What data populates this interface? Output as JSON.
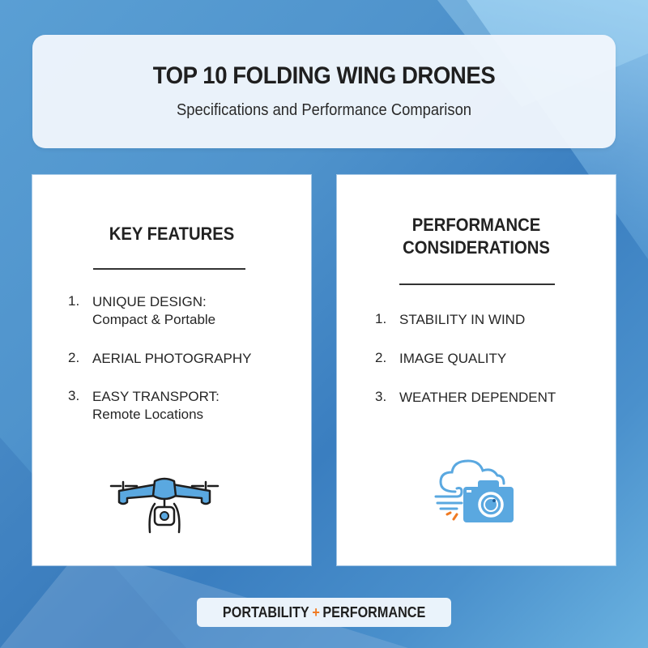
{
  "header": {
    "title": "TOP 10 FOLDING WING DRONES",
    "subtitle": "Specifications and Performance Comparison"
  },
  "panels": {
    "features": {
      "title": "KEY FEATURES",
      "items": [
        {
          "num": "1.",
          "label": "UNIQUE DESIGN:",
          "sub": "Compact & Portable"
        },
        {
          "num": "2.",
          "label": "AERIAL PHOTOGRAPHY",
          "sub": ""
        },
        {
          "num": "3.",
          "label": "EASY TRANSPORT:",
          "sub": "Remote Locations"
        }
      ],
      "icon": "drone-icon"
    },
    "performance": {
      "title_line1": "PERFORMANCE",
      "title_line2": "CONSIDERATIONS",
      "items": [
        {
          "num": "1.",
          "label": "STABILITY IN WIND"
        },
        {
          "num": "2.",
          "label": "IMAGE QUALITY"
        },
        {
          "num": "3.",
          "label": "WEATHER DEPENDENT"
        }
      ],
      "icon": "weather-camera-icon"
    }
  },
  "footer": {
    "left": "PORTABILITY",
    "joiner": "+",
    "right": "PERFORMANCE"
  },
  "colors": {
    "icon_blue": "#5aa8e0",
    "accent_orange": "#f07a22",
    "text_dark": "#1f1f1f"
  }
}
